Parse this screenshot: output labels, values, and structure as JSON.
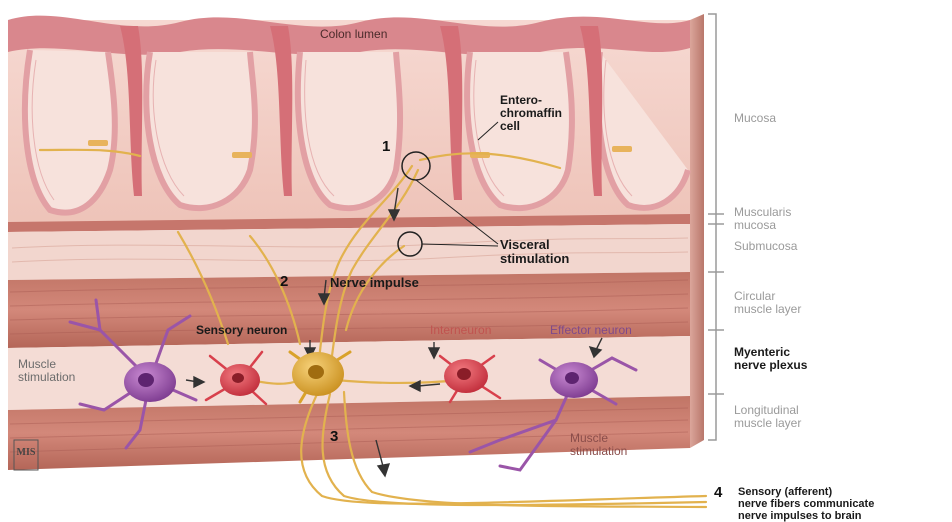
{
  "labels": {
    "colon_lumen": "Colon lumen",
    "enterochromaffin_cell": [
      "Entero-",
      "chromaffin",
      "cell"
    ],
    "visceral_stimulation": [
      "Visceral",
      "stimulation"
    ],
    "nerve_impulse": "Nerve impulse",
    "sensory_neuron": "Sensory neuron",
    "interneuron": "Interneuron",
    "effector_neuron": "Effector neuron",
    "muscle_stimulation_left": [
      "Muscle",
      "stimulation"
    ],
    "muscle_stimulation_right": [
      "Muscle",
      "stimulation"
    ],
    "afferent_caption": [
      "Sensory (afferent)",
      "nerve fibers communicate",
      "nerve impulses to brain"
    ]
  },
  "steps": [
    "1",
    "2",
    "3",
    "4"
  ],
  "layers": {
    "mucosa": [
      "Mucosa"
    ],
    "muscularis_mucosa": [
      "Muscularis",
      "mucosa"
    ],
    "submucosa": [
      "Submucosa"
    ],
    "circular_muscle": [
      "Circular",
      "muscle layer"
    ],
    "myenteric_plexus": [
      "Myenteric",
      "nerve plexus"
    ],
    "longitudinal_muscle": [
      "Longitudinal",
      "muscle layer"
    ]
  },
  "logo_text": "MIS",
  "colors": {
    "mucosa": "#f3cfc6",
    "crypt_epithelium": "#e8a9a5",
    "muscle": "#c97a6d",
    "muscle_dark": "#a85a52",
    "nerve": "#e2b24e",
    "sensory_neuron": "#d9a22a",
    "interneuron": "#d8404c",
    "effector_neuron": "#9a55a8"
  }
}
